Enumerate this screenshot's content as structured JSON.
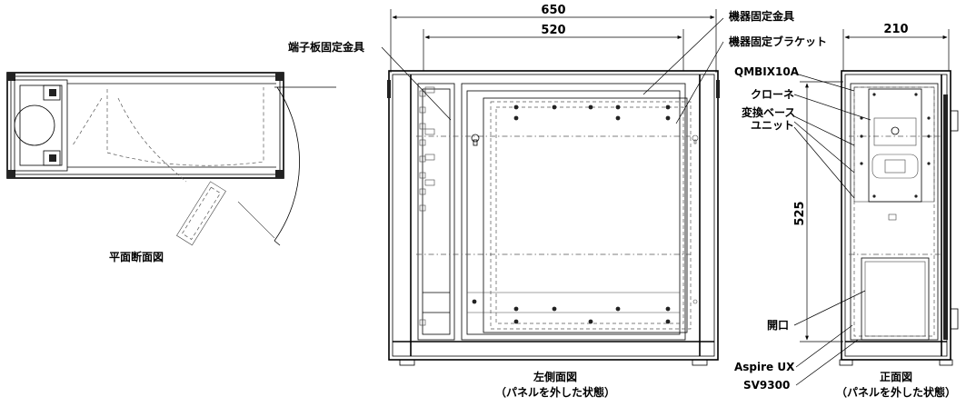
{
  "dimensions": {
    "side_overall_width": "650",
    "side_inner_width": "520",
    "front_width": "210",
    "front_height": "525"
  },
  "labels": {
    "terminal_board_bracket": "端子板固定金具",
    "equipment_fixing_bracket": "機器固定金具",
    "equipment_fixing_bracket2": "機器固定ブラケット",
    "qmbix": "QMBIX10A",
    "clone": "クローネ",
    "conversion_base_line1": "変換ベース",
    "conversion_base_line2": "ユニット",
    "opening": "開口",
    "aspire": "Aspire UX",
    "sv9300": "SV9300"
  },
  "captions": {
    "plan": "平面断面図",
    "side_line1": "左側面図",
    "side_line2": "（パネルを外した状態）",
    "front_line1": "正面図",
    "front_line2": "（パネルを外した状態）"
  }
}
